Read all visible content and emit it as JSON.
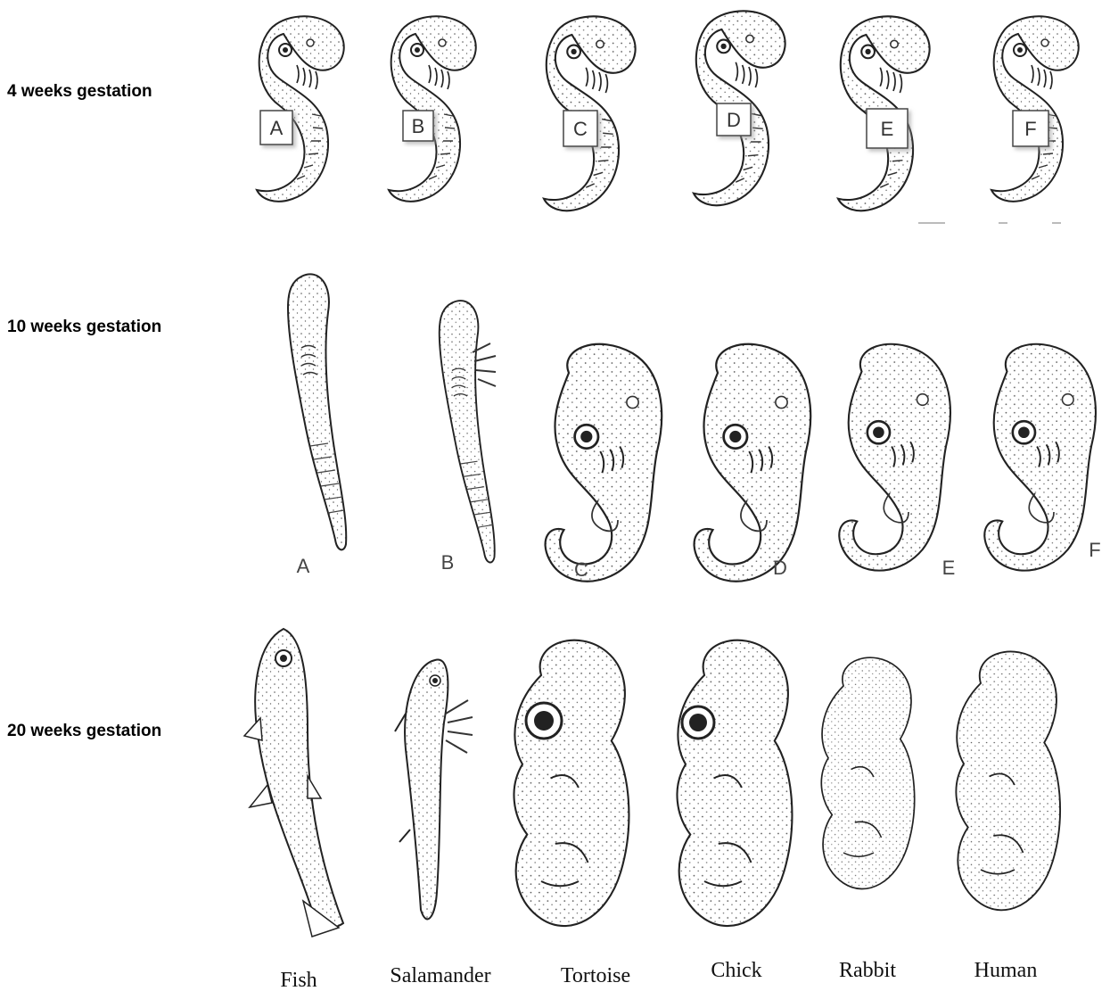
{
  "row_labels": [
    "4 weeks gestation",
    "10 weeks gestation",
    "20 weeks gestation"
  ],
  "row1_letters": [
    "A",
    "B",
    "C",
    "D",
    "E",
    "F"
  ],
  "row2_letters": [
    "A",
    "B",
    "C",
    "D",
    "E",
    "F"
  ],
  "species": [
    "Fish",
    "Salamander",
    "Tortoise",
    "Chick",
    "Rabbit",
    "Human"
  ]
}
